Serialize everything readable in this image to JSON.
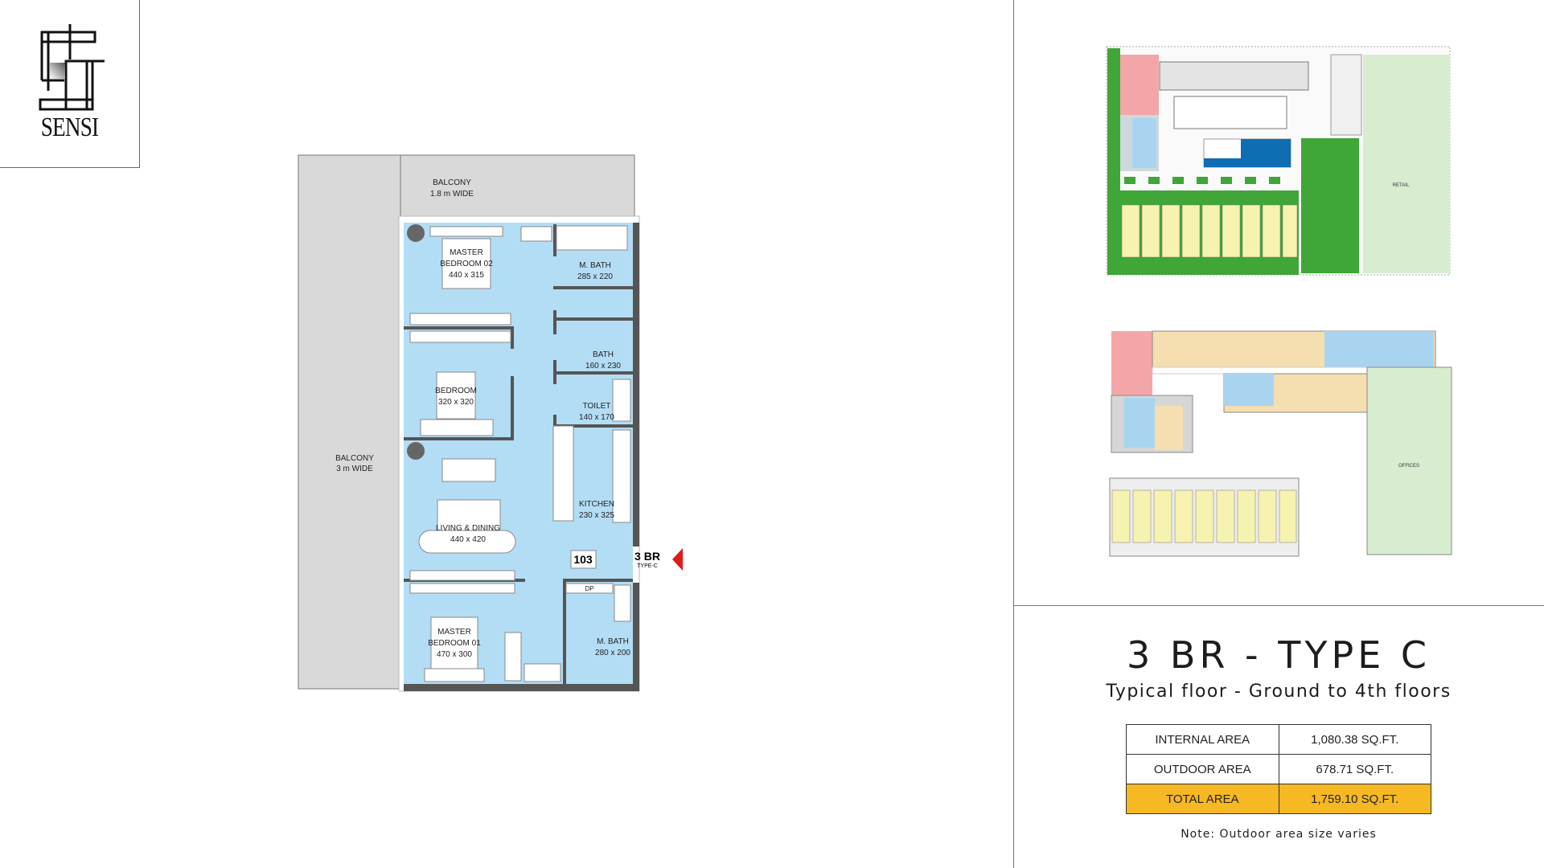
{
  "brand": {
    "name": "SENSI"
  },
  "floor_plan": {
    "balcony_top": {
      "label": "BALCONY",
      "width": "1.8 m WIDE"
    },
    "balcony_left": {
      "label": "BALCONY",
      "width": "3 m WIDE"
    },
    "rooms": [
      {
        "name_line1": "MASTER",
        "name_line2": "BEDROOM 02",
        "size": "440 x 315"
      },
      {
        "name_line1": "M. BATH",
        "size": "285 x 220"
      },
      {
        "name_line1": "BATH",
        "size": "160 x 230"
      },
      {
        "name_line1": "BEDROOM",
        "size": "320 x 320"
      },
      {
        "name_line1": "TOILET",
        "size": "140 x 170"
      },
      {
        "name_line1": "KITCHEN",
        "size": "230 x 325"
      },
      {
        "name_line1": "LIVING & DINING",
        "size": "440 x 420"
      },
      {
        "name_line1": "MASTER",
        "name_line2": "BEDROOM 01",
        "size": "470 x 300"
      },
      {
        "name_line1": "M. BATH",
        "size": "280 x 200"
      }
    ],
    "unit_number": "103",
    "unit_type": "3 BR",
    "unit_subtype": "TYPE-C",
    "dp_label": "DP",
    "colors": {
      "room_fill": "#b3ddf5",
      "balcony_fill": "#d9d9d9",
      "wall": "#555555",
      "marker": "#e01b1b"
    }
  },
  "key_plans": {
    "ground_retail_label": "RETAIL",
    "typical_offices_label": "OFFICES"
  },
  "info": {
    "title": "3 BR - TYPE C",
    "subtitle": "Typical floor - Ground to 4th floors",
    "areas": [
      {
        "label": "INTERNAL AREA",
        "value": "1,080.38 SQ.FT."
      },
      {
        "label": "OUTDOOR AREA",
        "value": "678.71 SQ.FT."
      },
      {
        "label": "TOTAL AREA",
        "value": "1,759.10 SQ.FT."
      }
    ],
    "note": "Note: Outdoor area size varies",
    "highlight_color": "#f6b823"
  }
}
